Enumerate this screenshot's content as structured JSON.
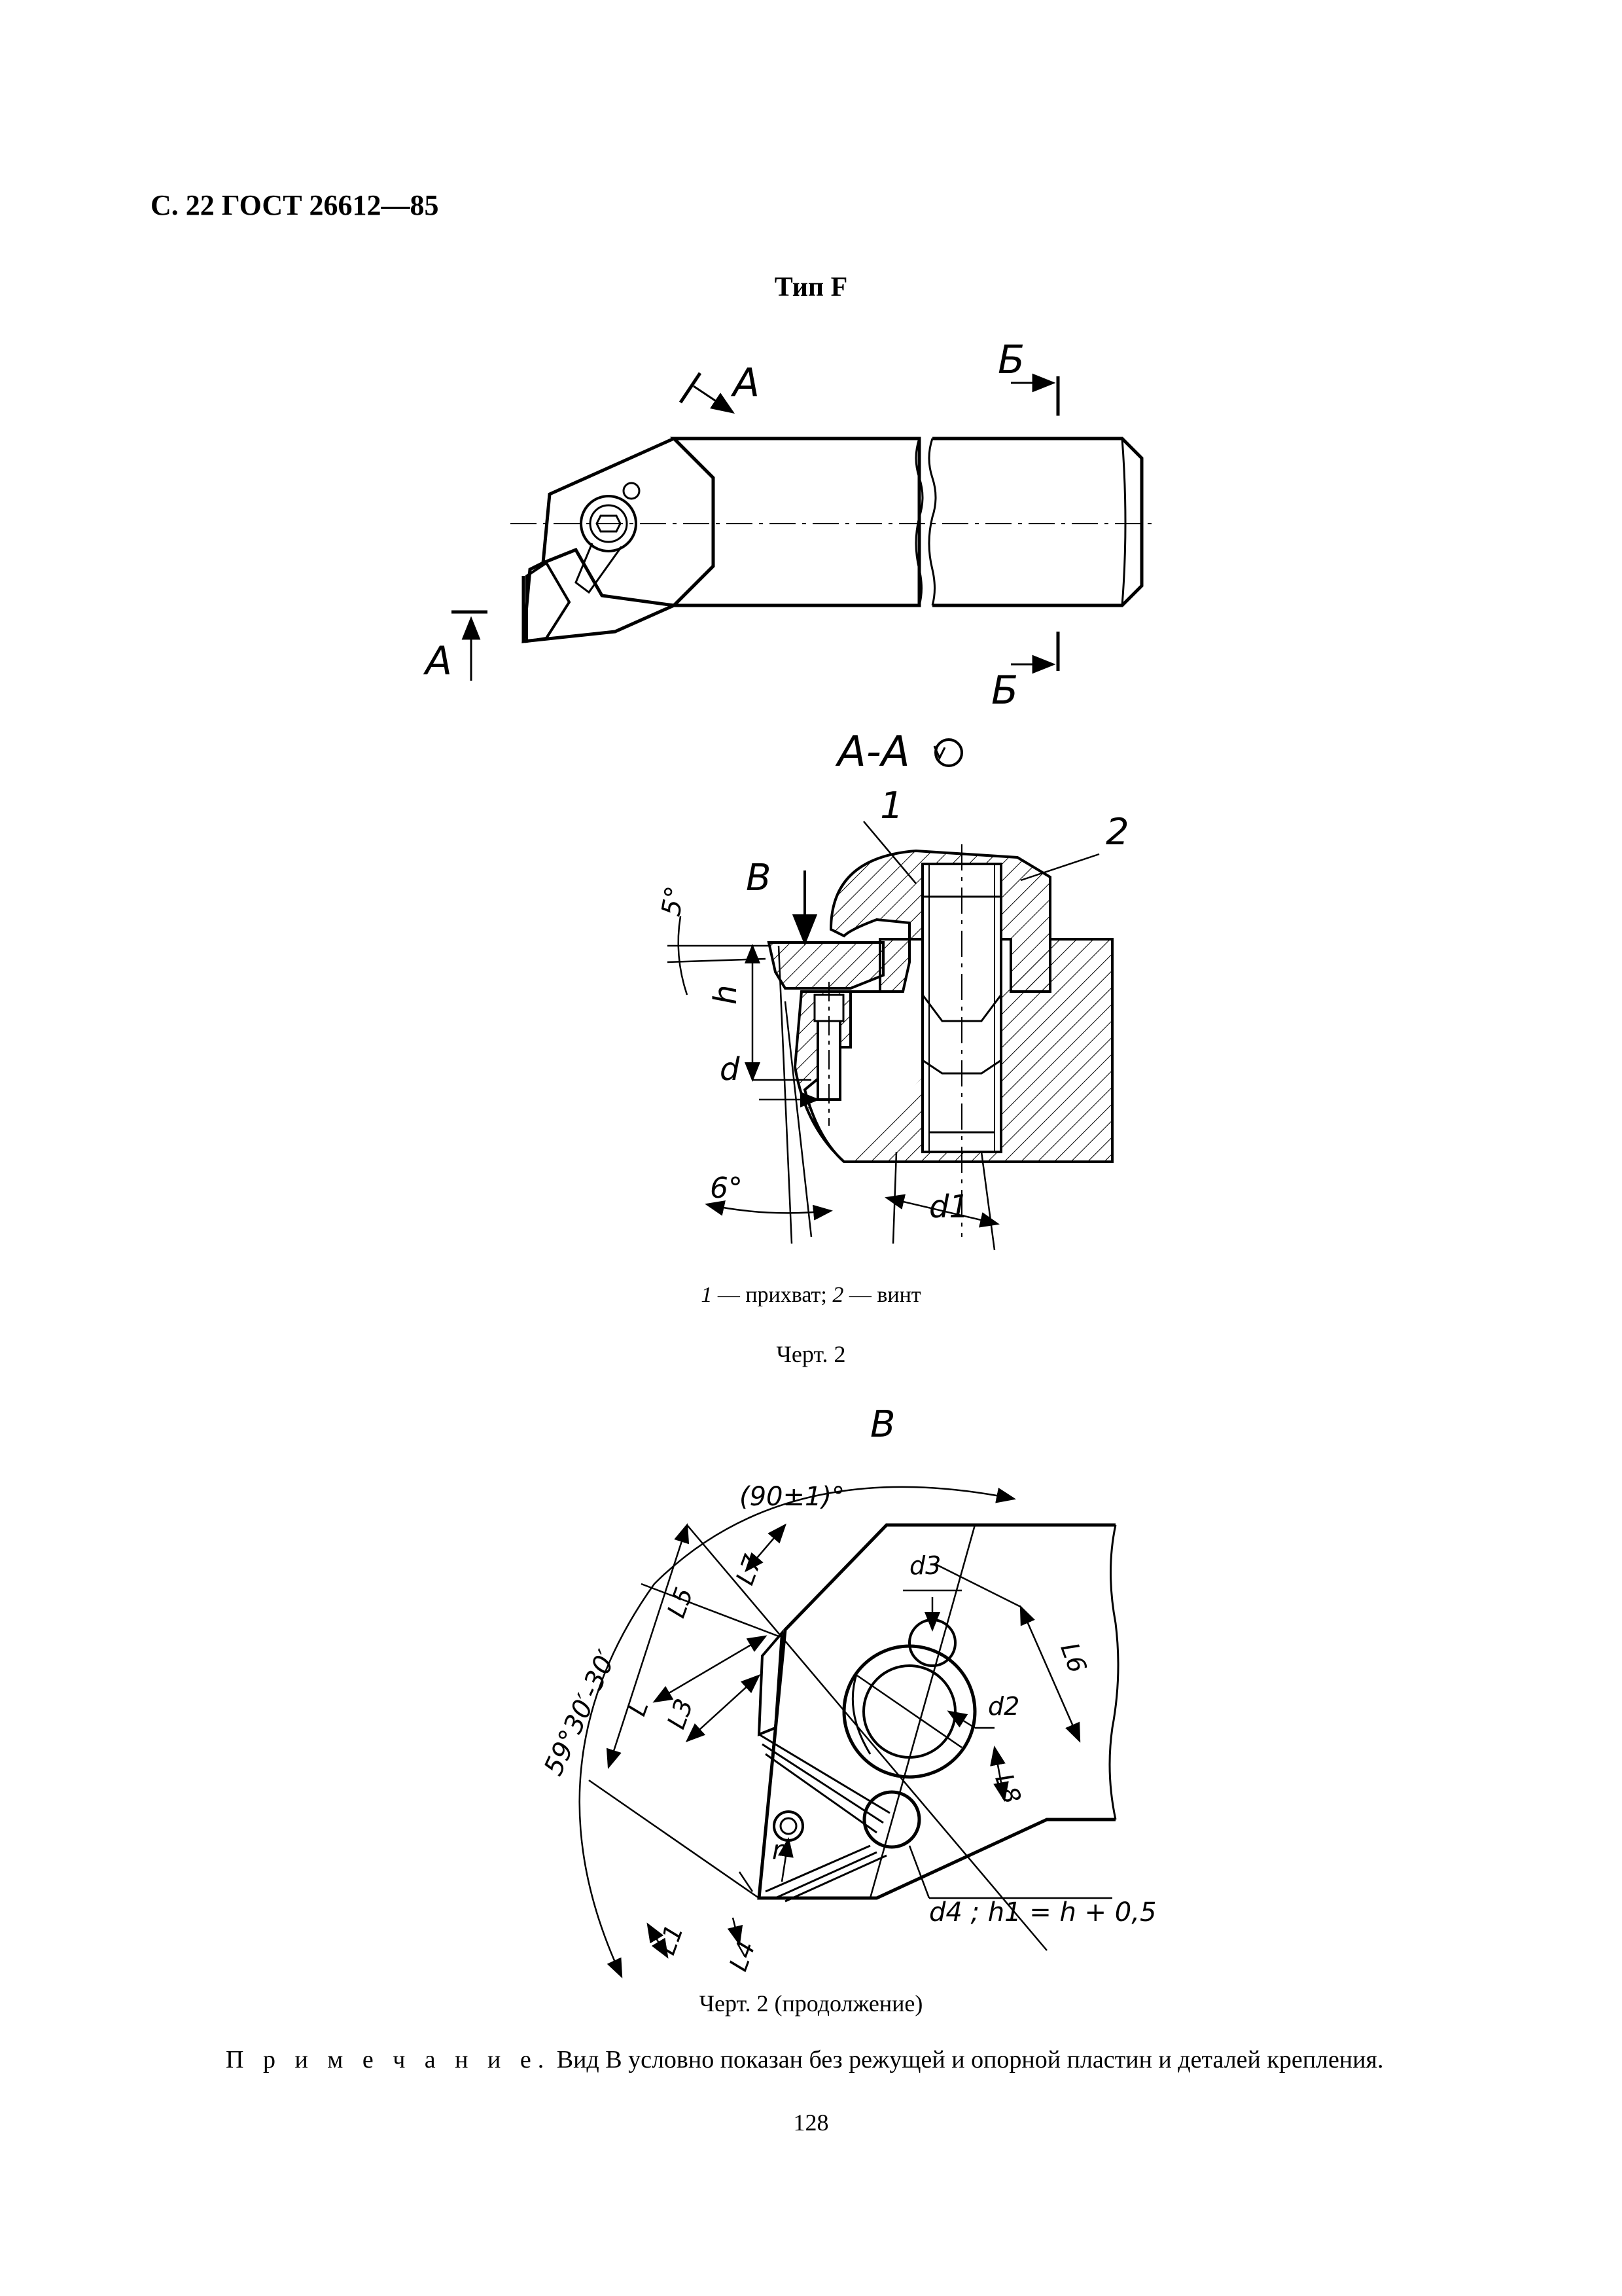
{
  "header": "С. 22 ГОСТ 26612—85",
  "section_title": "Тип F",
  "figure1": {
    "section_marks": [
      "А",
      "Б"
    ],
    "section_label": "А-А",
    "callouts": [
      "1",
      "2"
    ],
    "dims": [
      "5°",
      "В",
      "h",
      "d",
      "6°",
      "d1"
    ]
  },
  "legend": {
    "n1": "1",
    "t1": " — прихват;  ",
    "n2": "2",
    "t2": " — винт"
  },
  "caption1": "Черт. 2",
  "figure2": {
    "view_label": "В",
    "dims": [
      "(90±1)°",
      "d3",
      "d2",
      "L7",
      "L5",
      "L6",
      "L",
      "L3",
      "L8",
      "59°30′-30′",
      "r",
      "d4 ; h1 = h + 0,5",
      "L1",
      "L4"
    ]
  },
  "caption2": "Черт. 2 (продолжение)",
  "note": {
    "prefix": "П р и м е ч а н и е.",
    "text": "  Вид В условно показан без режущей и опорной пластин и деталей крепления."
  },
  "page_number": "128"
}
